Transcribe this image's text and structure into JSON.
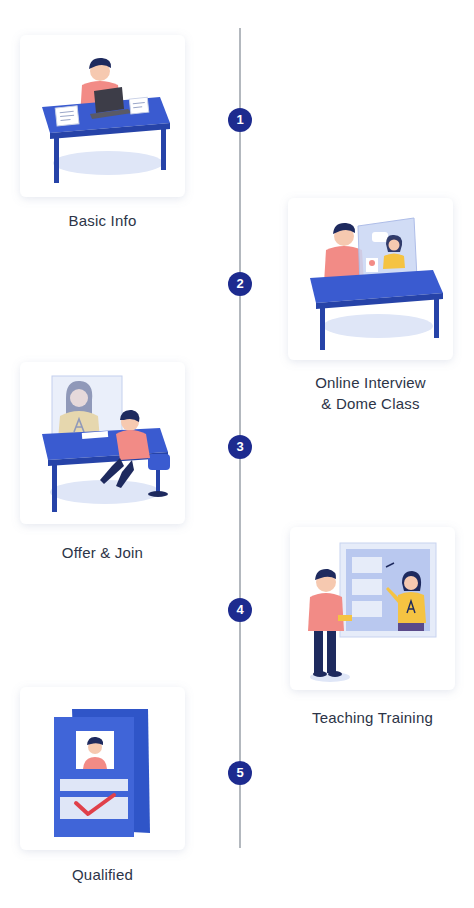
{
  "diagram": {
    "nodes": [
      {
        "text": [
          "Basic Info"
        ]
      },
      {
        "text": [
          "1"
        ]
      },
      {
        "text": [
          "2"
        ]
      },
      {
        "text": [
          "Online Interview & Dome Class"
        ]
      },
      {
        "text": [
          "3"
        ]
      },
      {
        "text": [
          "Offer & Join"
        ]
      },
      {
        "text": [
          "4"
        ]
      },
      {
        "text": [
          "Teaching Training"
        ]
      },
      {
        "text": [
          "5"
        ]
      },
      {
        "text": [
          "Qualified"
        ]
      }
    ],
    "edges": [
      {
        "from": 1,
        "to": 2,
        "arrow": "none"
      },
      {
        "from": 2,
        "to": 4,
        "arrow": "none"
      },
      {
        "from": 4,
        "to": 6,
        "arrow": "none"
      },
      {
        "from": 6,
        "to": 8,
        "arrow": "none"
      }
    ]
  }
}
